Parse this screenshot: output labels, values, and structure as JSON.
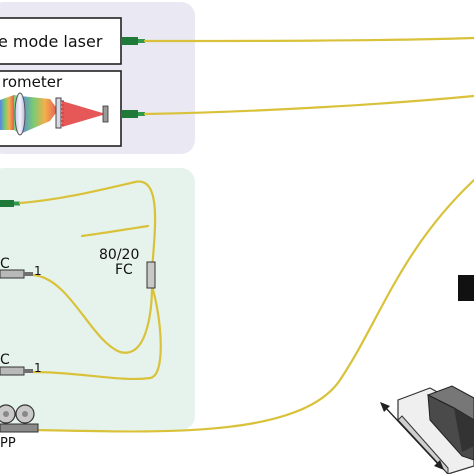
{
  "labels": {
    "laser": "e mode laser",
    "spectrometer": "rometer",
    "coupler_ratio": "80/20",
    "coupler_name": "FC",
    "port_upper_name": "C",
    "port_upper_num": "1",
    "port_lower_name": "C",
    "port_lower_num": "1",
    "polarization": "PP"
  },
  "colors": {
    "fiber": "#d9c23a",
    "top_panel": "#e9e8f3",
    "bottom_panel": "#e6f3ec",
    "connector": "#1f7a3a",
    "box_stroke": "#222222"
  }
}
